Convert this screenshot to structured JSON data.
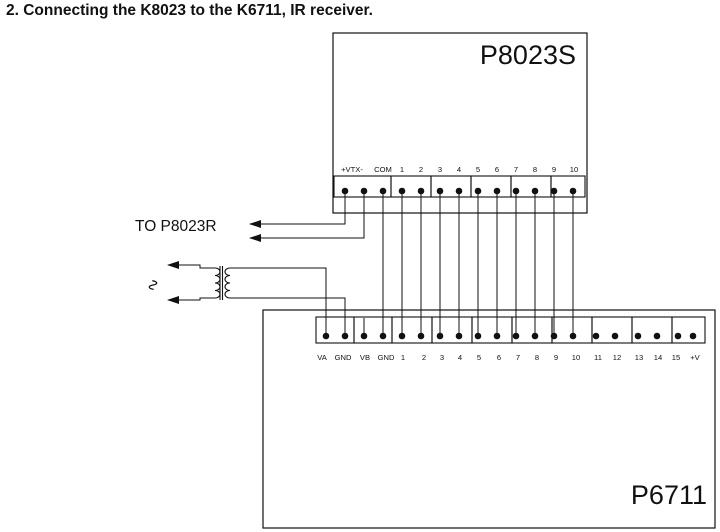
{
  "title": "2.  Connecting the K8023 to the K6711, IR receiver.",
  "top_board": {
    "name": "P8023S",
    "terminals": [
      "+VTX-",
      "COM",
      "1",
      "2",
      "3",
      "4",
      "5",
      "6",
      "7",
      "8",
      "9",
      "10"
    ]
  },
  "bottom_board": {
    "name": "P6711",
    "terminals": [
      "VA",
      "GND",
      "VB",
      "GND",
      "1",
      "2",
      "3",
      "4",
      "5",
      "6",
      "7",
      "8",
      "9",
      "10",
      "11",
      "12",
      "13",
      "14",
      "15",
      "+V"
    ]
  },
  "external": {
    "output_label": "TO P8023R",
    "ac_symbol": "∿"
  },
  "colors": {
    "line": "#111111",
    "background": "#ffffff"
  }
}
